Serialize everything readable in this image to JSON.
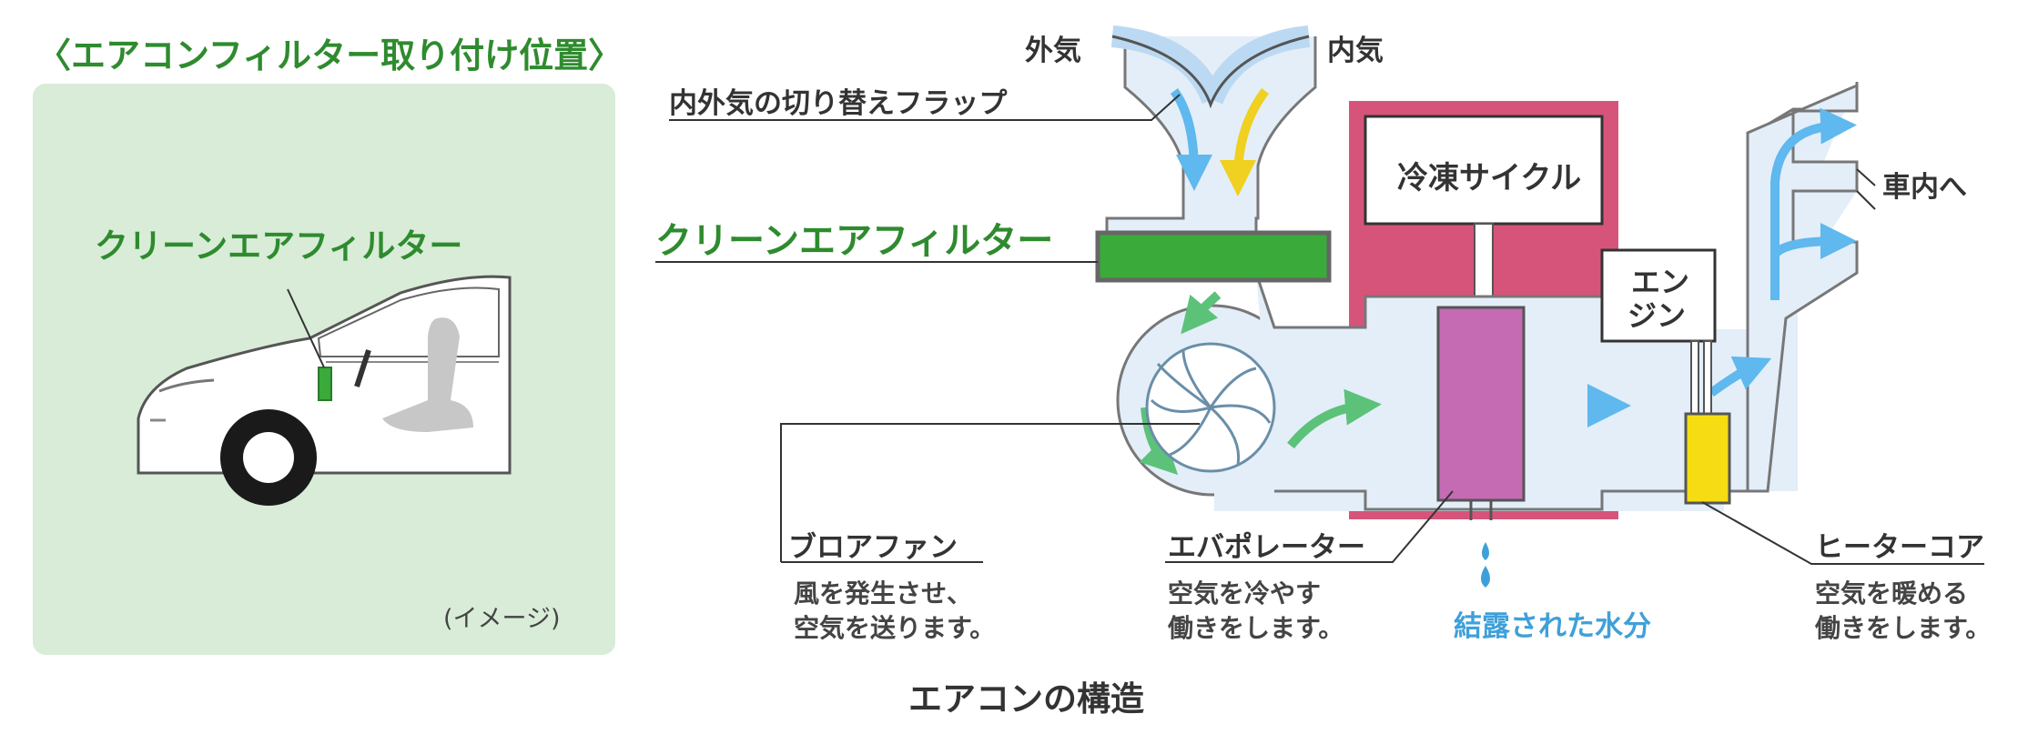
{
  "panel_title": "〈エアコンフィルター取り付け位置〉",
  "car_panel": {
    "filter_label": "クリーンエアフィルター",
    "image_note": "(イメージ)"
  },
  "diagram": {
    "outside_air": "外気",
    "inside_air": "内気",
    "flap_label": "内外気の切り替えフラップ",
    "filter_label": "クリーンエアフィルター",
    "refrigeration_cycle": "冷凍サイクル",
    "engine_line1": "エン",
    "engine_line2": "ジン",
    "to_cabin": "車内へ",
    "blower_fan": "ブロアファン",
    "blower_desc": "風を発生させ、\n空気を送ります。",
    "evaporator": "エバポレーター",
    "evaporator_desc": "空気を冷やす\n働きをします。",
    "condensed_water": "結露された水分",
    "heater_core": "ヒーターコア",
    "heater_desc": "空気を暖める\n働きをします。"
  },
  "caption": "エアコンの構造",
  "colors": {
    "green_label": "#2e8b2e",
    "filter": "#3aaa3a",
    "panel_bg": "#d8ecd8",
    "duct": "#e3eef8",
    "refrigeration": "#d6547a",
    "evaporator": "#c56bb4",
    "heater": "#f6dc12",
    "air_blue": "#5fb8ee",
    "air_yellow": "#f0d020",
    "water": "#3fa0d9"
  }
}
